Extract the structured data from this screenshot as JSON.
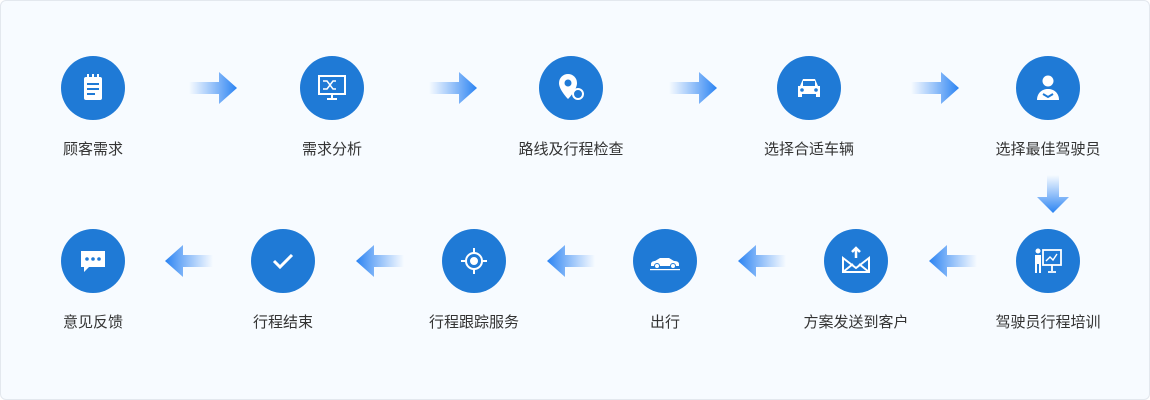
{
  "accent_color": "#1f7ad6",
  "steps": [
    {
      "label": "顾客需求",
      "icon": "notepad-icon"
    },
    {
      "label": "需求分析",
      "icon": "monitor-analysis-icon"
    },
    {
      "label": "路线及行程检查",
      "icon": "map-pin-icon"
    },
    {
      "label": "选择合适车辆",
      "icon": "car-front-icon"
    },
    {
      "label": "选择最佳驾驶员",
      "icon": "driver-icon"
    },
    {
      "label": "驾驶员行程培训",
      "icon": "training-presentation-icon"
    },
    {
      "label": "方案发送到客户",
      "icon": "mail-send-icon"
    },
    {
      "label": "出行",
      "icon": "car-side-icon"
    },
    {
      "label": "行程跟踪服务",
      "icon": "target-tracking-icon"
    },
    {
      "label": "行程结束",
      "icon": "checkmark-icon"
    },
    {
      "label": "意见反馈",
      "icon": "chat-bubble-icon"
    }
  ]
}
